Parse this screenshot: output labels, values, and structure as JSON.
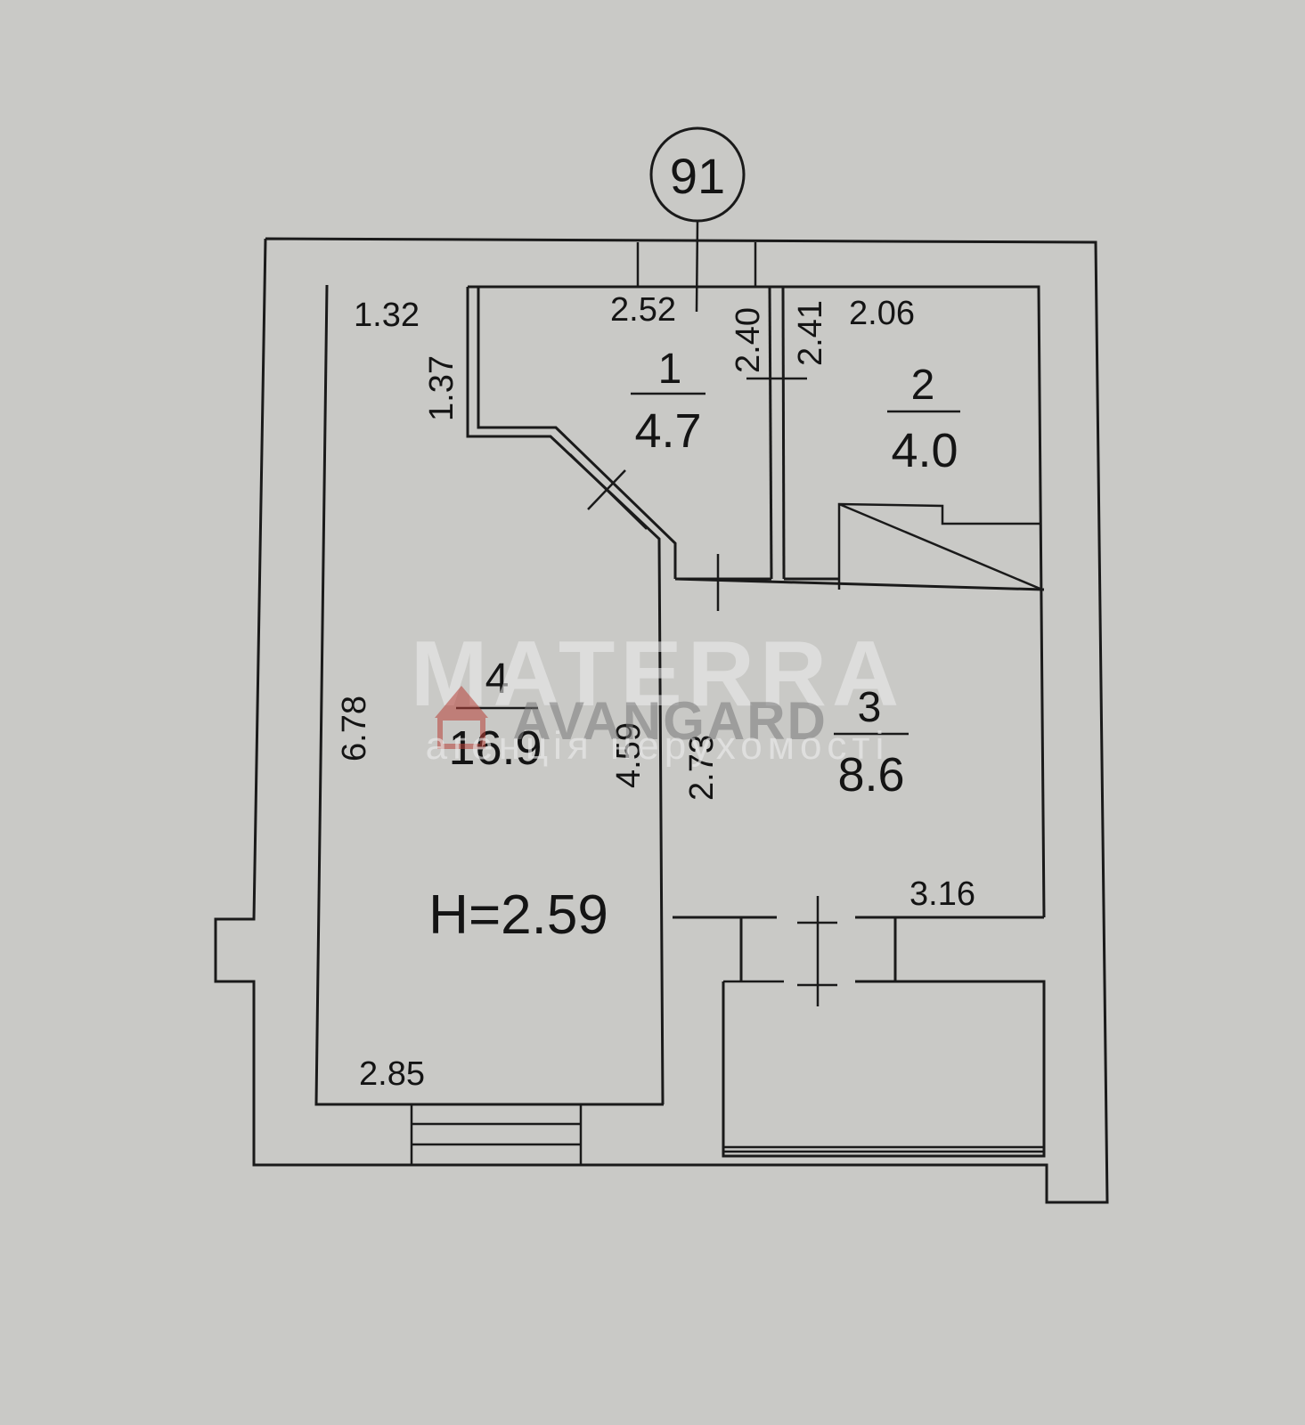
{
  "axis_marker": "91",
  "rooms": [
    {
      "number": "1",
      "area": "4.7"
    },
    {
      "number": "2",
      "area": "4.0"
    },
    {
      "number": "3",
      "area": "8.6"
    },
    {
      "number": "4",
      "area": "16.9"
    }
  ],
  "ceiling_height": "H=2.59",
  "dimensions": {
    "room4_top": "1.32",
    "room4_notch": "1.37",
    "room4_left": "6.78",
    "room4_right": "4.59",
    "room4_bottom": "2.85",
    "room1_top": "2.52",
    "room1_right": "2.40",
    "room2_left": "2.41",
    "room2_top": "2.06",
    "room3_left": "2.73",
    "room3_bottom": "3.16"
  },
  "watermark": {
    "brand_main": "MATERRA",
    "brand_partner": "AVANGARD",
    "tagline": "агенція нерухомості"
  }
}
